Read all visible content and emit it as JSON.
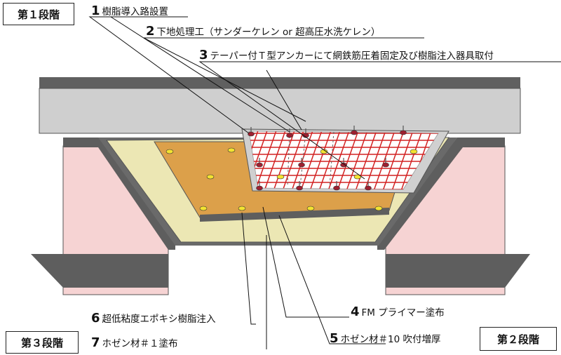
{
  "stages": {
    "s1": "第１段階",
    "s2": "第２段階",
    "s3": "第３段階"
  },
  "labels": [
    {
      "num": "1",
      "text": "樹脂導入路設置"
    },
    {
      "num": "2",
      "text": "下地処理工（サンダーケレン or 超高圧水洗ケレン）"
    },
    {
      "num": "3",
      "text": "テーパー付Ｔ型アンカーにて網鉄筋圧着固定及び樹脂注入器具取付"
    },
    {
      "num": "4",
      "text": "FM プライマー塗布"
    },
    {
      "num": "5",
      "text": "ホゼン材＃10 吹付増厚"
    },
    {
      "num": "6",
      "text": "超低粘度エポキシ樹脂注入"
    },
    {
      "num": "7",
      "text": "ホゼン材＃１塗布"
    }
  ],
  "colors": {
    "slab_top": "#606060",
    "slab_face": "#cfcfcf",
    "beam_pink": "#f6d3d3",
    "beam_dark": "#5e5e5e",
    "layer_beige": "#ece7b4",
    "primer_orange": "#dca04a",
    "mesh_red": "#d22222",
    "anchor_yellow": "#f3e331",
    "anchor_red": "#9e2030"
  }
}
